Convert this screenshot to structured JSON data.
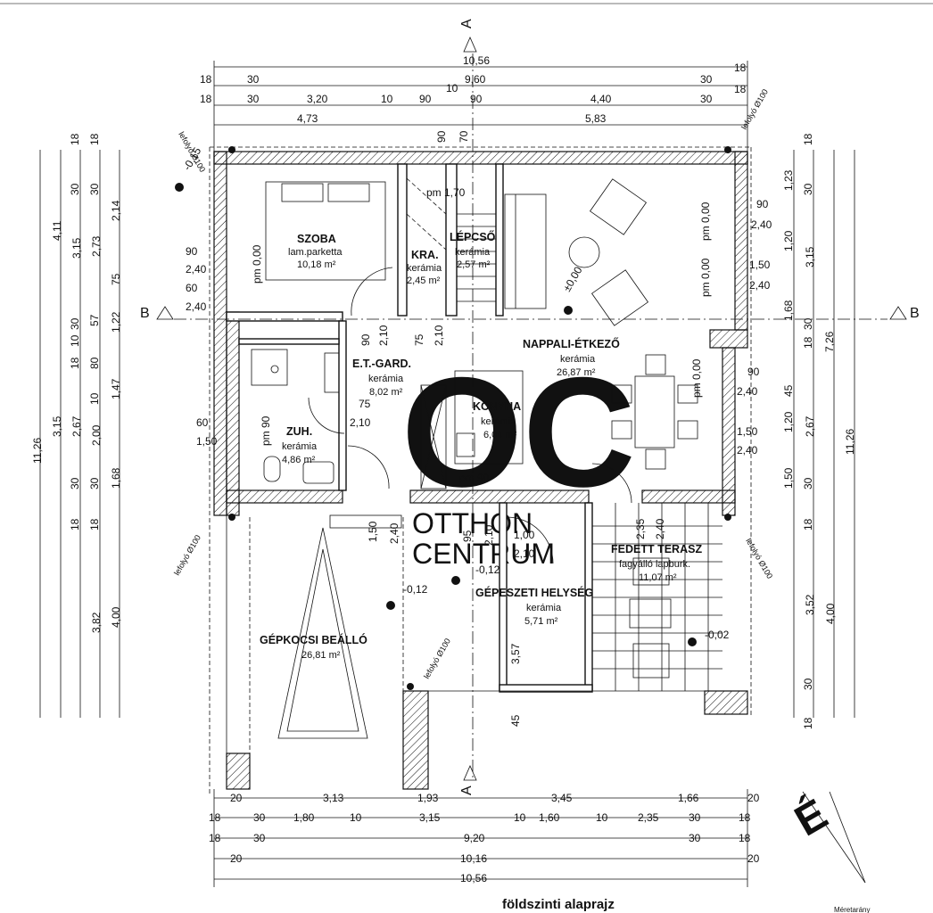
{
  "title": "földszinti alaprajz",
  "corner_note": "Méretarány",
  "watermark": {
    "logo": "OC",
    "line1": "OTTHON",
    "line2": "CENTRUM"
  },
  "sections": {
    "a_top": "A",
    "a_bottom": "A",
    "b_left": "B",
    "b_right": "B"
  },
  "north_symbol": "É",
  "rooms": {
    "szoba": {
      "name": "SZOBA",
      "floor": "lam.parketta",
      "area": "10,18 m²"
    },
    "kra": {
      "name": "KRA.",
      "floor": "kerámia",
      "area": "2,45 m²"
    },
    "lepcso": {
      "name": "LÉPCSŐ",
      "floor": "kerámia",
      "area": "2,57 m²"
    },
    "nappali": {
      "name": "NAPPALI-ÉTKEZŐ",
      "floor": "kerámia",
      "area": "26,87 m²"
    },
    "etgard": {
      "name": "E.T.-GARD.",
      "floor": "kerámia",
      "area": "8,02 m²"
    },
    "konyha": {
      "name": "KONYHA",
      "floor": "kerámia",
      "area": "6,04 m²"
    },
    "zuh": {
      "name": "ZUH.",
      "floor": "kerámia",
      "area": "4,86 m²"
    },
    "terasz": {
      "name": "FEDETT TERASZ",
      "floor": "fagyálló lapburk.",
      "area": "11,07 m²"
    },
    "gepeszeti": {
      "name": "GÉPESZETI HELYSÉG",
      "floor": "kerámia",
      "area": "5,71 m²"
    },
    "gepkocsi": {
      "name": "GÉPKOCSI BEÁLLÓ",
      "area": "26,81 m²"
    }
  },
  "levels": {
    "l1": "-0,15",
    "l2": "±0,00",
    "l3": "-0,12",
    "l4": "-0,12",
    "l5": "-0,02",
    "pm_stair": "pm 1,70",
    "pm_kitchen": "pm 90"
  },
  "downpipes": {
    "d1": "lefolyó Ø100",
    "d2": "lefolyó Ø100",
    "d3": "lefolyó Ø100",
    "d4": "lefolyó Ø100",
    "d5": "lefolyó Ø100"
  },
  "dims_top": {
    "r1": [
      "10,56"
    ],
    "r2": [
      "18",
      "30",
      "9,60",
      "30",
      "18"
    ],
    "r3": [
      "18",
      "30",
      "3,20",
      "10",
      "90",
      "10",
      "90",
      "4,40",
      "30",
      "18"
    ],
    "r4": [
      "4,73",
      "5,83"
    ],
    "vert": [
      "90",
      "70"
    ]
  },
  "dims_bottom": {
    "r1": [
      "20",
      "3,13",
      "1,93",
      "3,45",
      "1,66",
      "20"
    ],
    "r2": [
      "18",
      "30",
      "1,80",
      "10",
      "3,15",
      "10",
      "1,60",
      "10",
      "2,35",
      "30",
      "18"
    ],
    "r3": [
      "18",
      "30",
      "9,20",
      "30",
      "18"
    ],
    "r4": [
      "20",
      "10,16",
      "20"
    ],
    "r5": [
      "10,56"
    ]
  },
  "dims_left": {
    "c1": [
      "11,26"
    ],
    "c2": [
      "4,11",
      "3,15",
      "3,82"
    ],
    "c3": [
      "18",
      "30",
      "3,15",
      "30",
      "10",
      "18",
      "2,67",
      "30",
      "18"
    ],
    "c4": [
      "18",
      "30",
      "2,73",
      "57",
      "80",
      "10",
      "2,00",
      "30",
      "18"
    ],
    "c5": [
      "2,14",
      "75",
      "1,22",
      "1,47",
      "1,68",
      "4,00"
    ]
  },
  "dims_right": {
    "c1": [
      "11,26"
    ],
    "c2": [
      "7,26"
    ],
    "c3": [
      "18",
      "30",
      "3,15",
      "30",
      "18",
      "2,67",
      "30",
      "18",
      "3,52",
      "30",
      "18"
    ],
    "c4": [
      "1,23",
      "1,20",
      "1,68",
      "45",
      "1,20",
      "1,50",
      "4,00"
    ]
  },
  "windows": {
    "w1": [
      "90",
      "2,40"
    ],
    "w2": [
      "60",
      "2,40"
    ],
    "w3": [
      "60",
      "1,50"
    ],
    "w4": [
      "90",
      "2,40"
    ],
    "w5": [
      "1,50",
      "2,40"
    ],
    "w6": [
      "90",
      "2,40"
    ],
    "w7": [
      "1,50",
      "2,40"
    ],
    "pm_w1": "pm 0,00",
    "pm_w2": "pm 0,00",
    "pm_w3": "pm 0,00",
    "pm_w4": "pm 0,00",
    "pm_w5": "pm 90"
  },
  "doors": {
    "szoba": [
      "90",
      "2,10"
    ],
    "kra": [
      "75",
      "2,10"
    ],
    "etgard": [
      "75",
      "2,10"
    ],
    "garage": [
      "1,50",
      "2,40"
    ],
    "gep": [
      "95",
      "2,10"
    ],
    "gep2": [
      "1,00",
      "2,10"
    ],
    "terasz": [
      "2,35",
      "2,40"
    ],
    "gep_h": "3,57",
    "gep_b": "45"
  }
}
